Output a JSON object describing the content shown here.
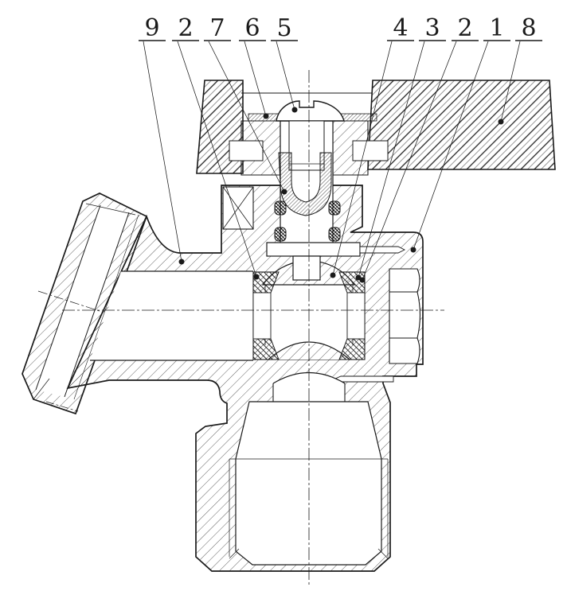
{
  "drawing": {
    "kind": "sectional technical drawing of an angle ball valve",
    "colors": {
      "ink": "#1a1a1a",
      "background": "#ffffff"
    },
    "callouts": [
      {
        "label": "9"
      },
      {
        "label": "2"
      },
      {
        "label": "7"
      },
      {
        "label": "6"
      },
      {
        "label": "5"
      },
      {
        "label": "4"
      },
      {
        "label": "3"
      },
      {
        "label": "2"
      },
      {
        "label": "1"
      },
      {
        "label": "8"
      }
    ]
  }
}
